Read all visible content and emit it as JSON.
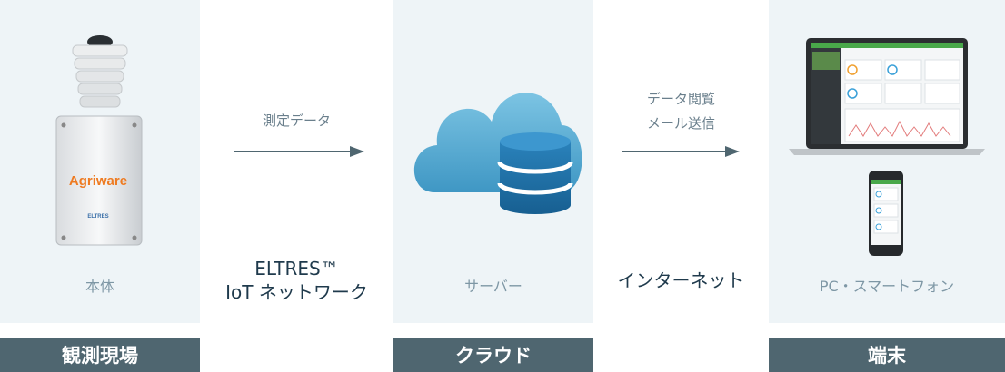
{
  "panels": {
    "device": {
      "label": "本体",
      "logo": "Agriware",
      "brand": "ELTRES",
      "category": "観測現場"
    },
    "cloud": {
      "label": "サーバー",
      "category": "クラウド"
    },
    "terminal": {
      "label": "PC・スマートフォン",
      "category": "端末"
    }
  },
  "connections": {
    "first": {
      "caption": "測定データ",
      "network_line1": "ELTRES™",
      "network_line2": "IoT ネットワーク"
    },
    "second": {
      "caption_line1": "データ閲覧",
      "caption_line2": "メール送信",
      "network": "インターネット"
    }
  },
  "colors": {
    "panel_bg": "#eef4f7",
    "bar_bg": "#4f6670",
    "cloud": "#5aaed2",
    "database": "#1d6fa6",
    "accent_green": "#49a84a",
    "logo_orange": "#ee7b22"
  },
  "icons": [
    "device-sensor-icon",
    "cloud-icon",
    "database-icon",
    "laptop-icon",
    "smartphone-icon",
    "arrow-right-icon"
  ]
}
